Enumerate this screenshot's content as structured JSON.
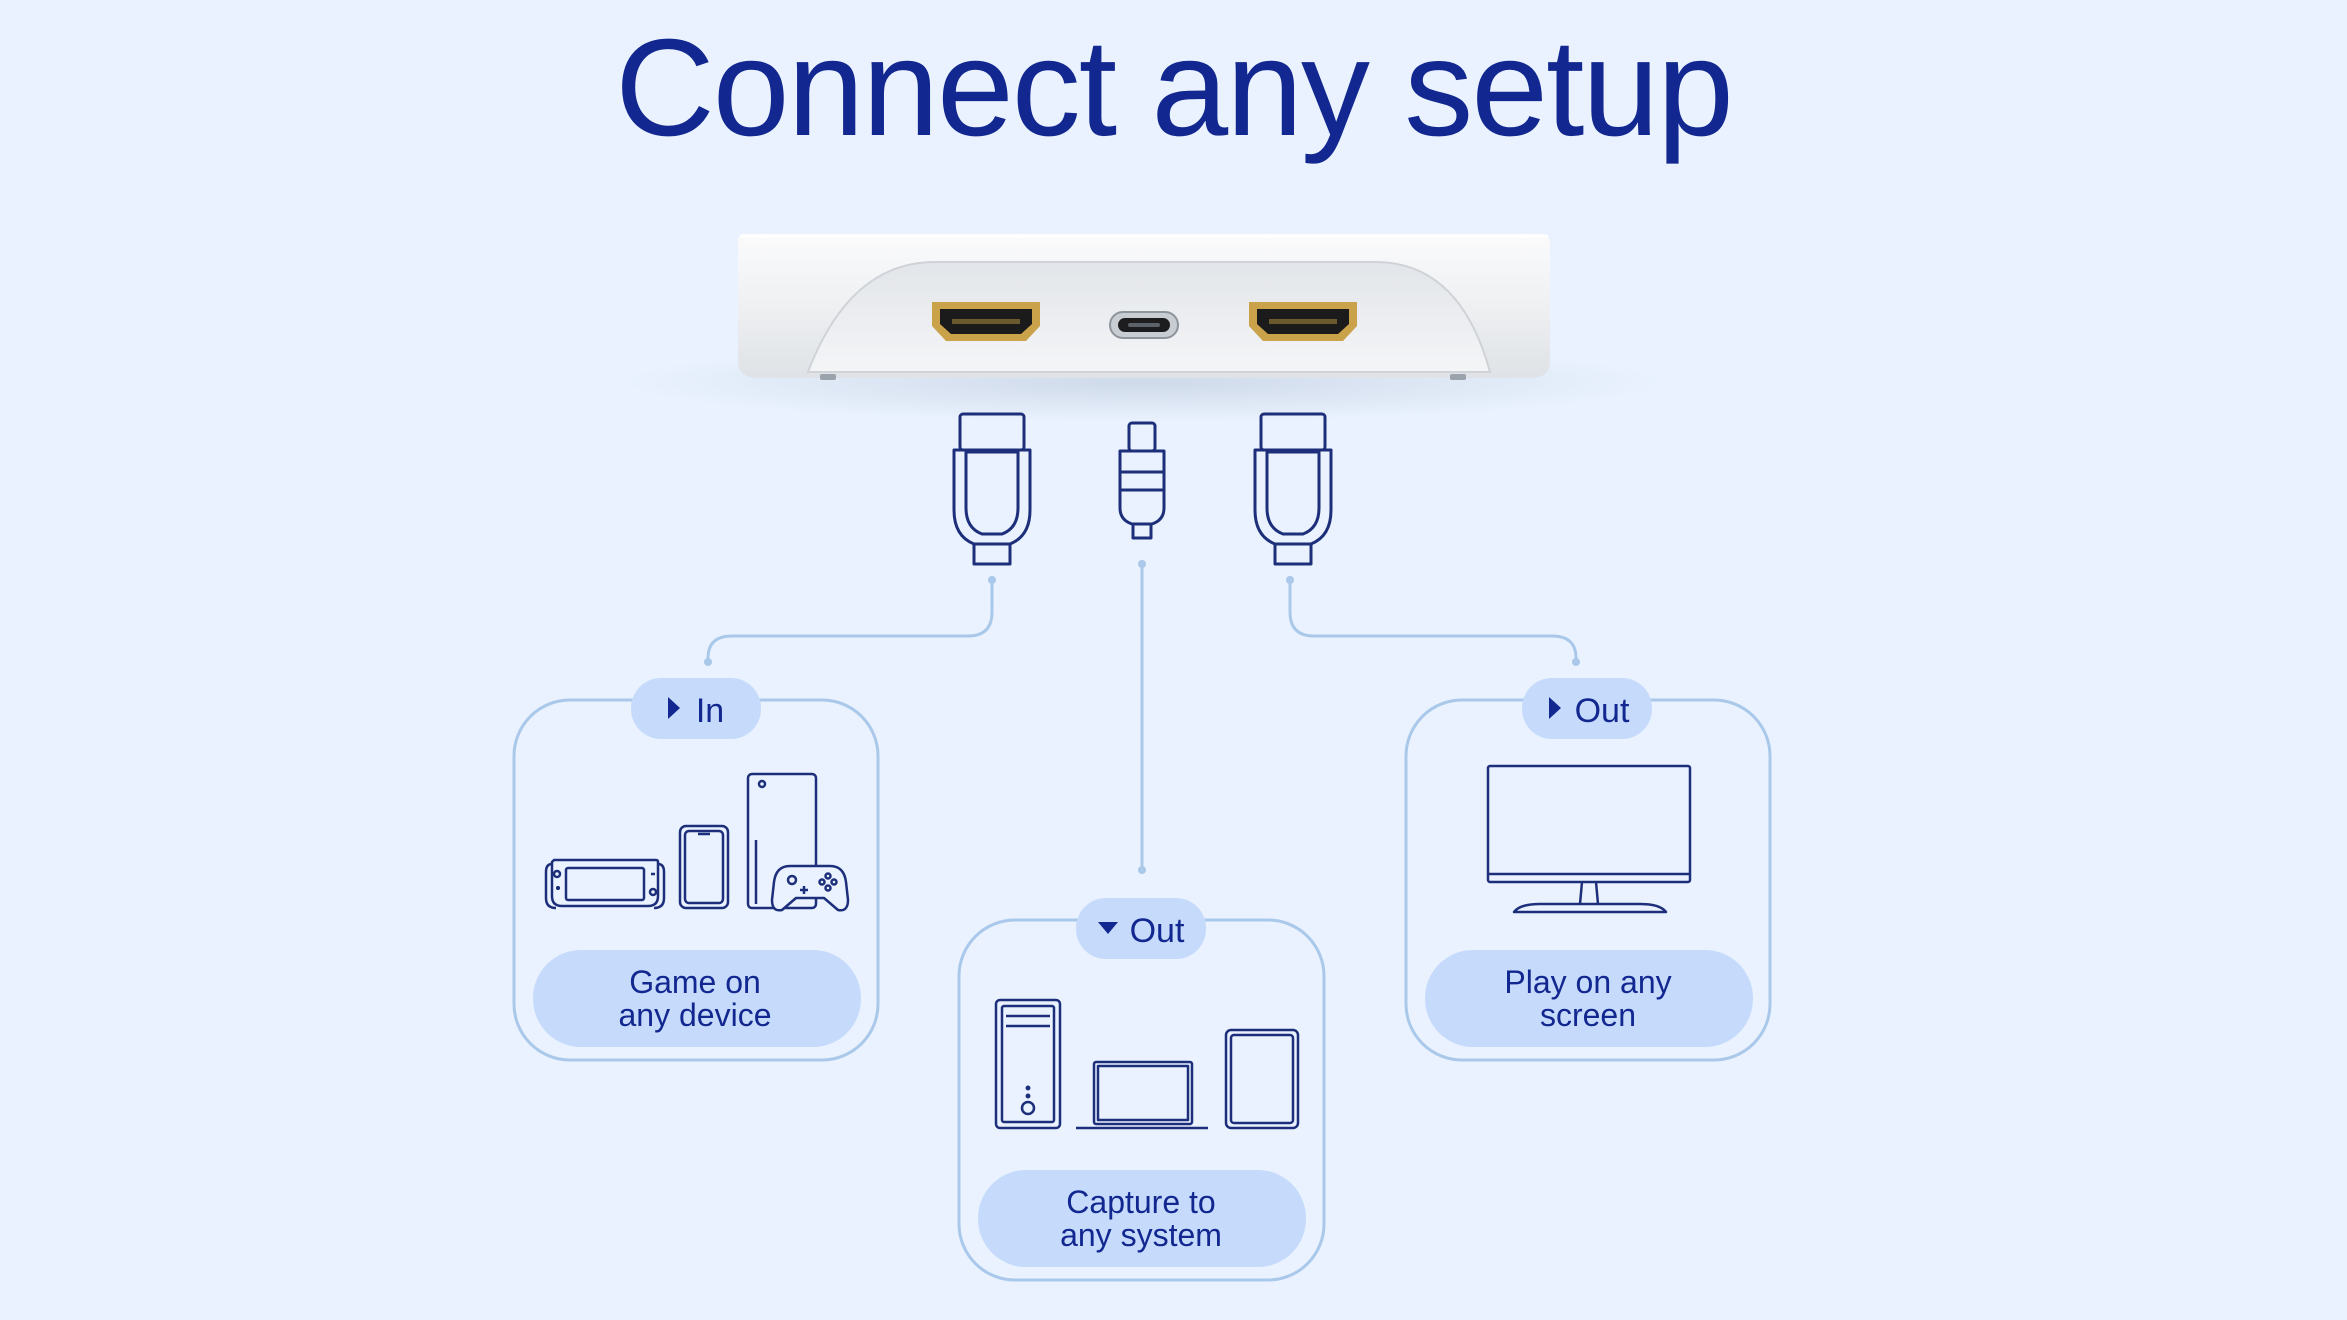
{
  "title": "Connect any setup",
  "colors": {
    "background": "#e9f2fe",
    "navy": "#12278f",
    "icon_stroke": "#1d2f7a",
    "card_border": "#a9c8ea",
    "pill_fill": "#c6dbfb",
    "connector_line": "#a9c8ea",
    "device_body": "#f7f8f9",
    "gold": "#c9a24a"
  },
  "device": {
    "ports": [
      "hdmi-in-port",
      "usb-c-port",
      "hdmi-out-port"
    ]
  },
  "cards": [
    {
      "id": "in",
      "badge": "In",
      "badge_icon": "triangle-right-icon",
      "caption_line1": "Game on",
      "caption_line2": "any device",
      "icons": [
        "handheld-console-icon",
        "smartphone-icon",
        "game-console-tower-icon",
        "gamepad-icon"
      ]
    },
    {
      "id": "capture",
      "badge": "Out",
      "badge_icon": "triangle-down-icon",
      "caption_line1": "Capture to",
      "caption_line2": "any system",
      "icons": [
        "pc-tower-icon",
        "laptop-icon",
        "tablet-icon"
      ]
    },
    {
      "id": "display",
      "badge": "Out",
      "badge_icon": "triangle-right-icon",
      "caption_line1": "Play on any",
      "caption_line2": "screen",
      "icons": [
        "monitor-icon"
      ]
    }
  ]
}
